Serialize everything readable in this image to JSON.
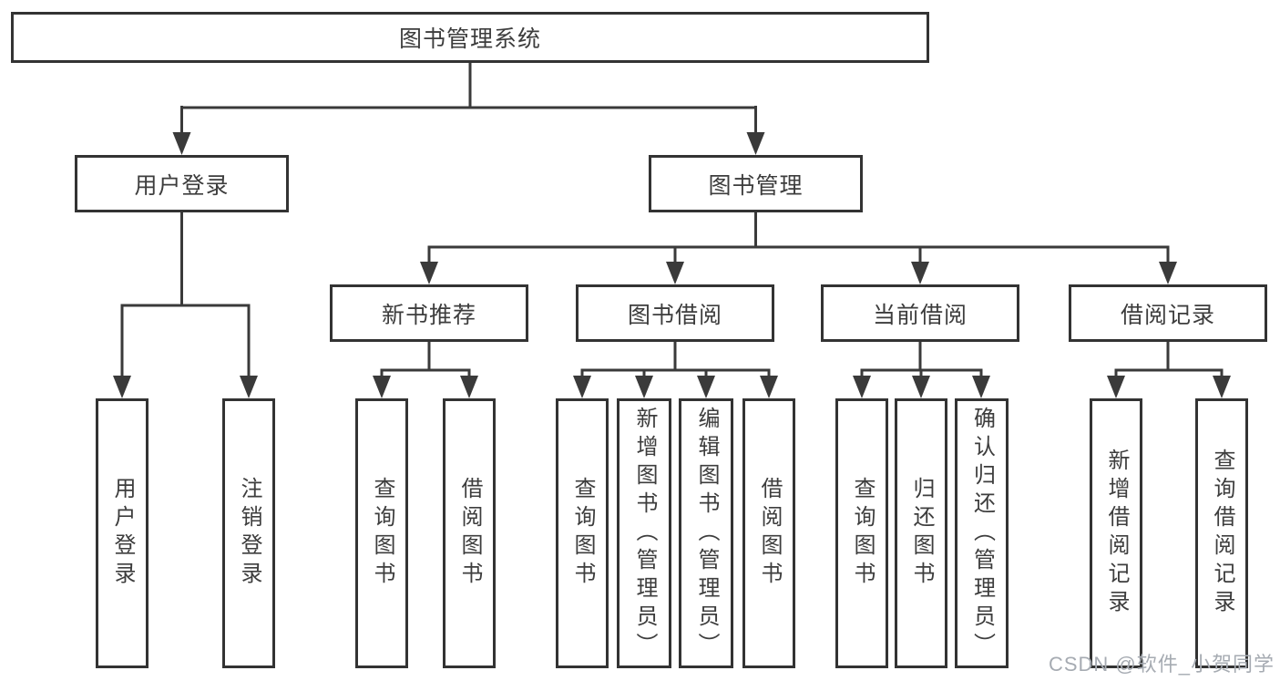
{
  "tree": {
    "root": "图书管理系统",
    "login_branch": {
      "label": "用户登录",
      "children": [
        "用户登录",
        "注销登录"
      ]
    },
    "mgmt_branch": {
      "label": "图书管理",
      "groups": [
        {
          "label": "新书推荐",
          "children": [
            "查询图书",
            "借阅图书"
          ]
        },
        {
          "label": "图书借阅",
          "children": [
            "查询图书",
            "新增图书（管理员）",
            "编辑图书（管理员）",
            "借阅图书"
          ]
        },
        {
          "label": "当前借阅",
          "children": [
            "查询图书",
            "归还图书",
            "确认归还（管理员）"
          ]
        },
        {
          "label": "借阅记录",
          "children": [
            "新增借阅记录",
            "查询借阅记录"
          ]
        }
      ]
    }
  },
  "colors": {
    "line": "#3a3a3a",
    "border": "#333333",
    "text": "#3d3d3d",
    "watermark": "#a6abb2"
  },
  "watermark": "CSDN @软件_小贺同学"
}
